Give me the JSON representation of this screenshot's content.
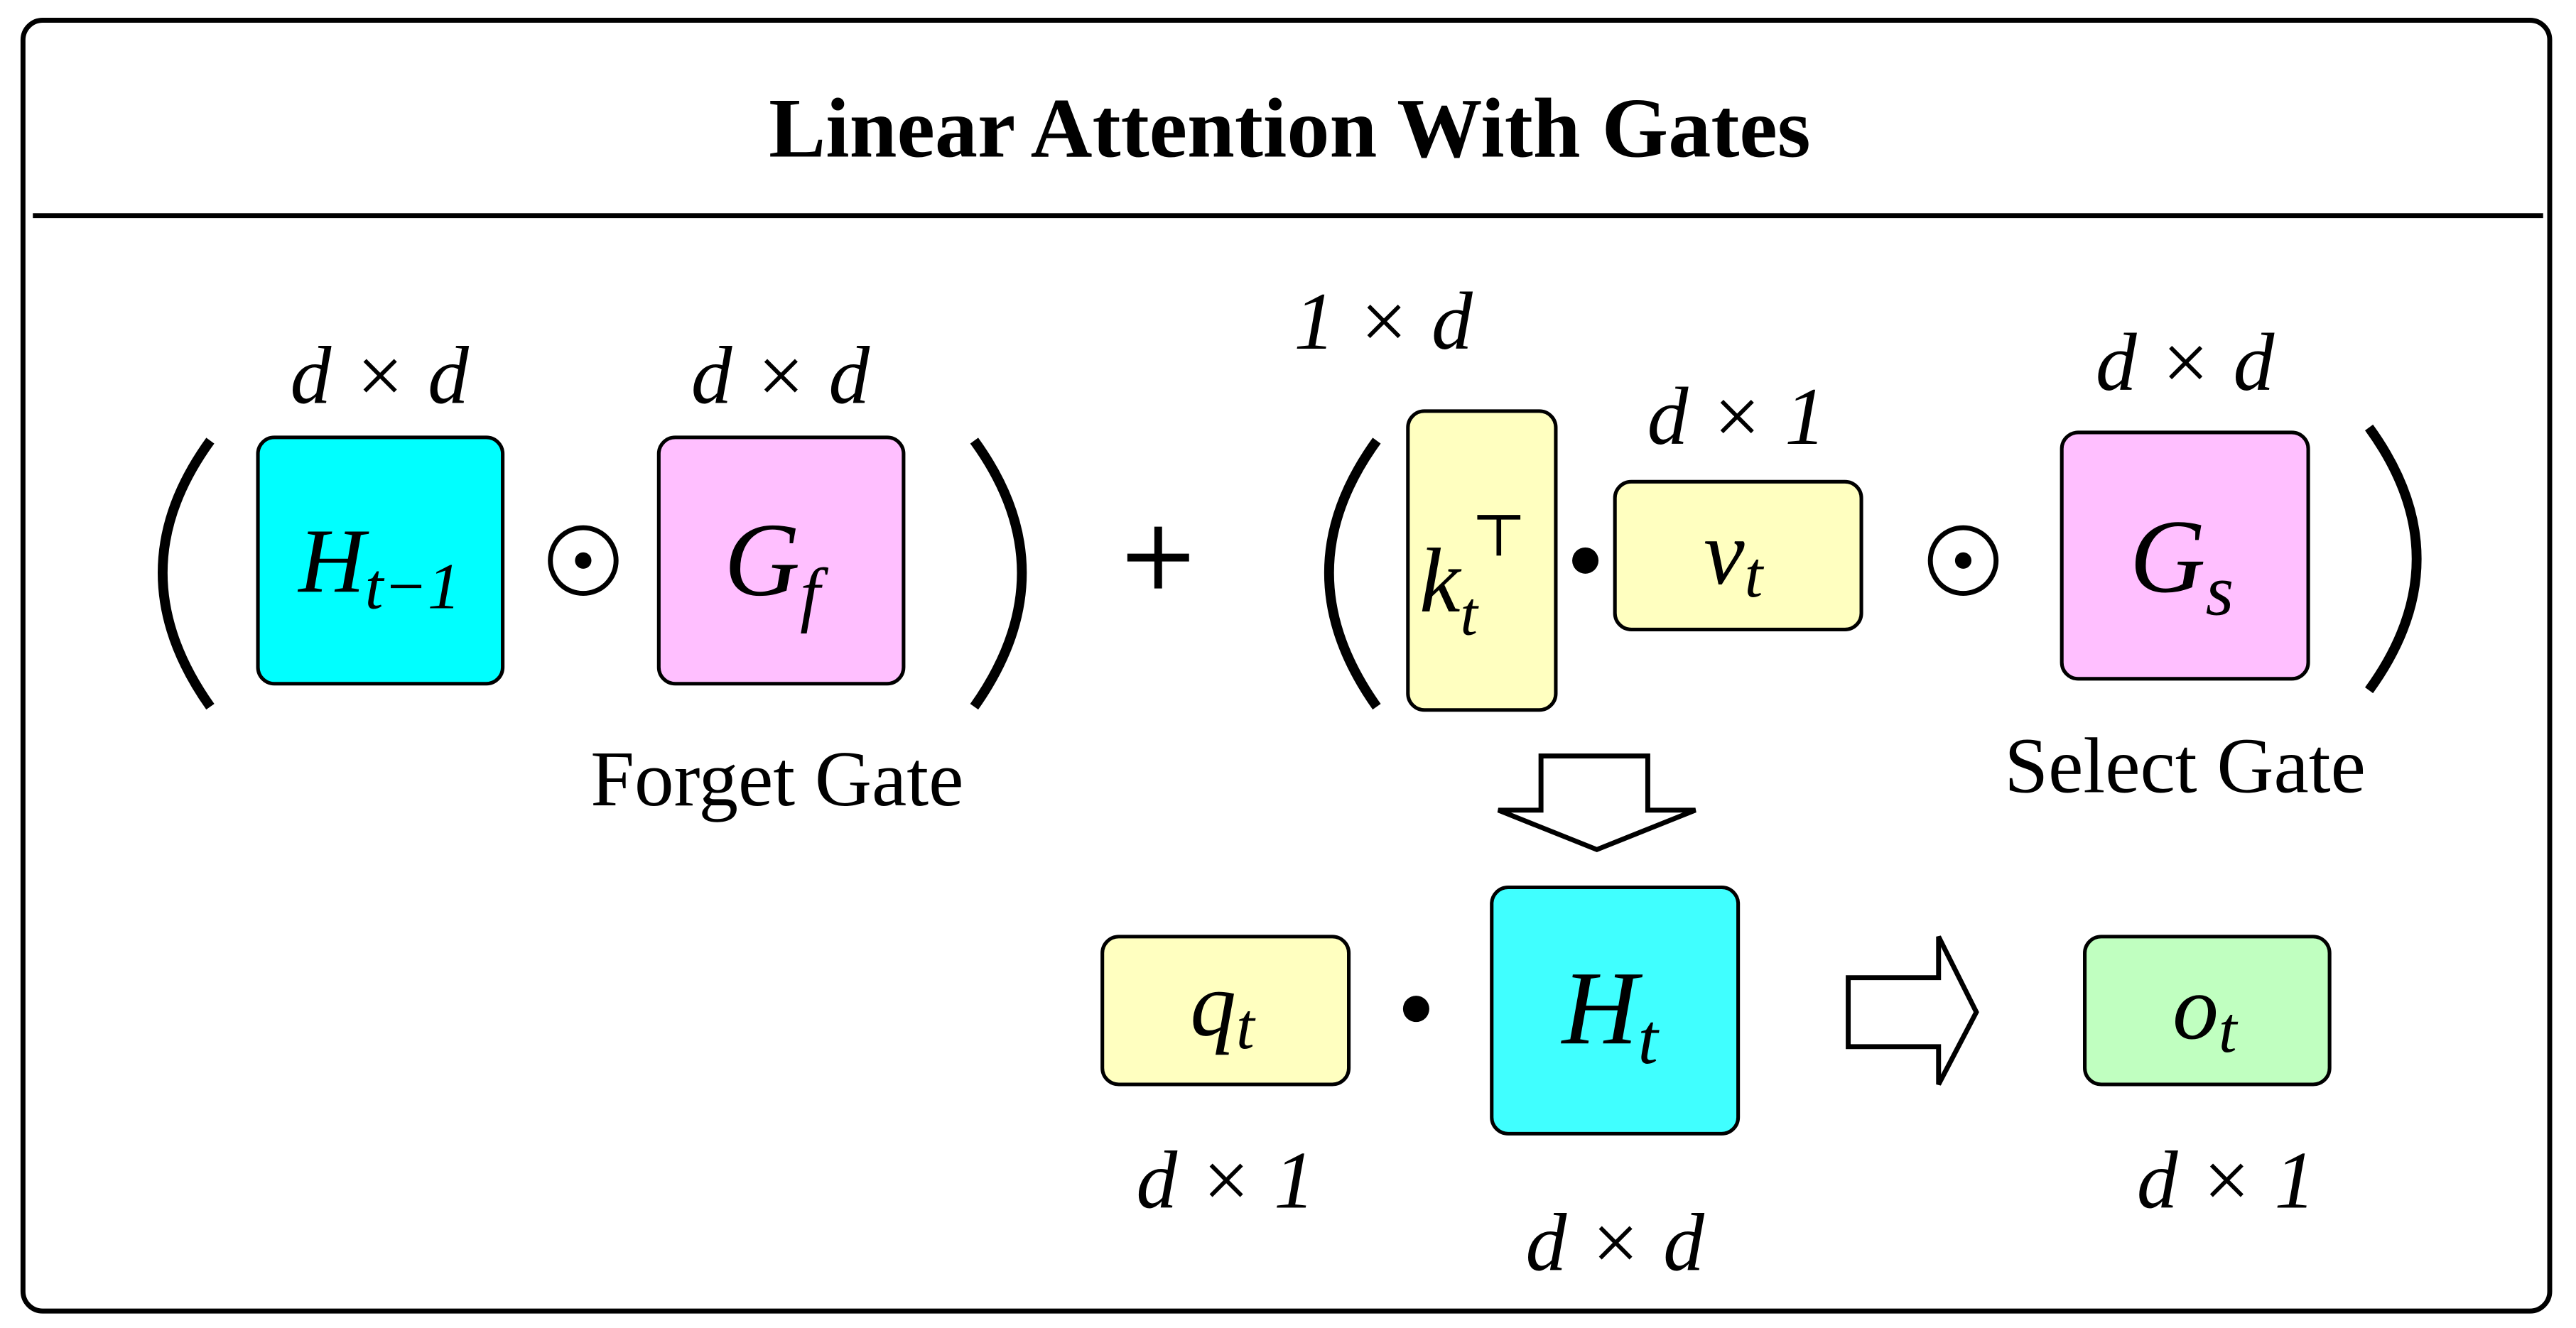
{
  "title": "Linear Attention With Gates",
  "colors": {
    "state": "#00ffff",
    "state_new": "#40ffff",
    "gate": "#ffbfff",
    "vector": "#ffffc0",
    "output": "#c0ffc0"
  },
  "operators": {
    "hadamard": "⊙",
    "dot": "•",
    "plus": "+",
    "open_paren": "(",
    "close_paren": ")"
  },
  "dims": {
    "h_prev": "d × d",
    "g_f": "d × d",
    "k": "1 × d",
    "v": "d × 1",
    "g_s": "d × d",
    "q": "d × 1",
    "h_t": "d × d",
    "o": "d × 1"
  },
  "labels": {
    "forget_gate": "Forget Gate",
    "select_gate": "Select Gate"
  },
  "terms": {
    "h_prev": {
      "base": "H",
      "sub": "t−1"
    },
    "g_f": {
      "base": "G",
      "sub": "f"
    },
    "k": {
      "base": "k",
      "sub": "t",
      "sup": "⊤"
    },
    "v": {
      "base": "v",
      "sub": "t"
    },
    "g_s": {
      "base": "G",
      "sub": "s"
    },
    "q": {
      "base": "q",
      "sub": "t"
    },
    "h_t": {
      "base": "H",
      "sub": "t"
    },
    "o": {
      "base": "o",
      "sub": "t"
    }
  }
}
